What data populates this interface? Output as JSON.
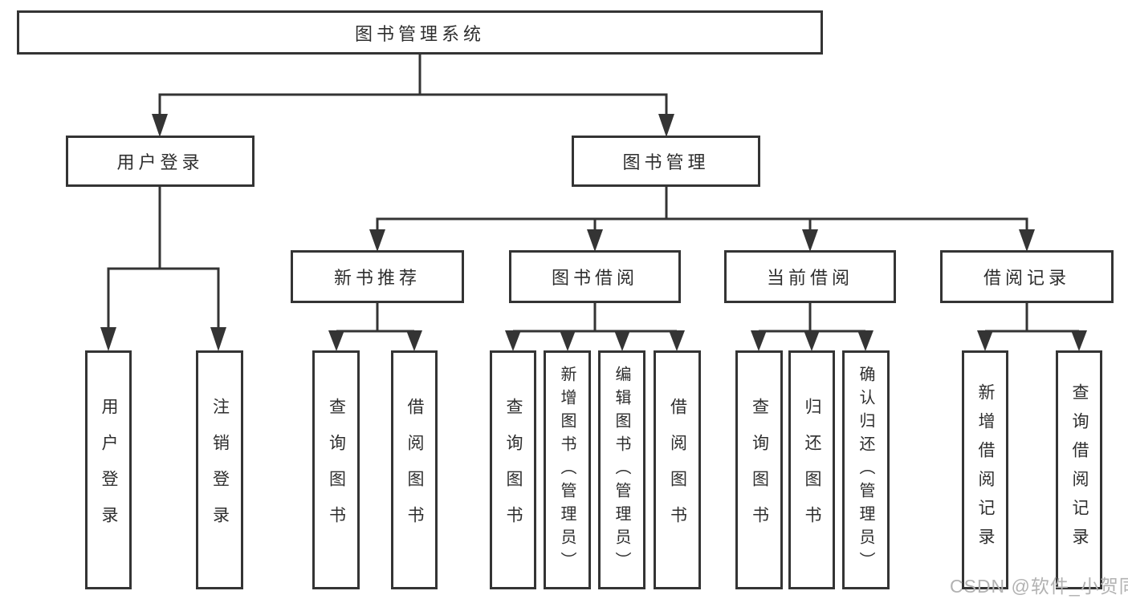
{
  "tree": {
    "root": {
      "label": "图书管理系统"
    },
    "children": [
      {
        "label": "用户登录",
        "children": [
          {
            "label": "用户登录"
          },
          {
            "label": "注销登录"
          }
        ]
      },
      {
        "label": "图书管理",
        "children": [
          {
            "label": "新书推荐",
            "children": [
              {
                "label": "查询图书"
              },
              {
                "label": "借阅图书"
              }
            ]
          },
          {
            "label": "图书借阅",
            "children": [
              {
                "label": "查询图书"
              },
              {
                "label": "新增图书（管理员）"
              },
              {
                "label": "编辑图书（管理员）"
              },
              {
                "label": "借阅图书"
              }
            ]
          },
          {
            "label": "当前借阅",
            "children": [
              {
                "label": "查询图书"
              },
              {
                "label": "归还图书"
              },
              {
                "label": "确认归还（管理员）"
              }
            ]
          },
          {
            "label": "借阅记录",
            "children": [
              {
                "label": "新增借阅记录"
              },
              {
                "label": "查询借阅记录"
              }
            ]
          }
        ]
      }
    ]
  },
  "watermark": "CSDN @软件_小贺同学",
  "colors": {
    "line": "#343434",
    "text": "#2e2e2e",
    "watermark": "#b2b2b2",
    "background": "#ffffff"
  }
}
